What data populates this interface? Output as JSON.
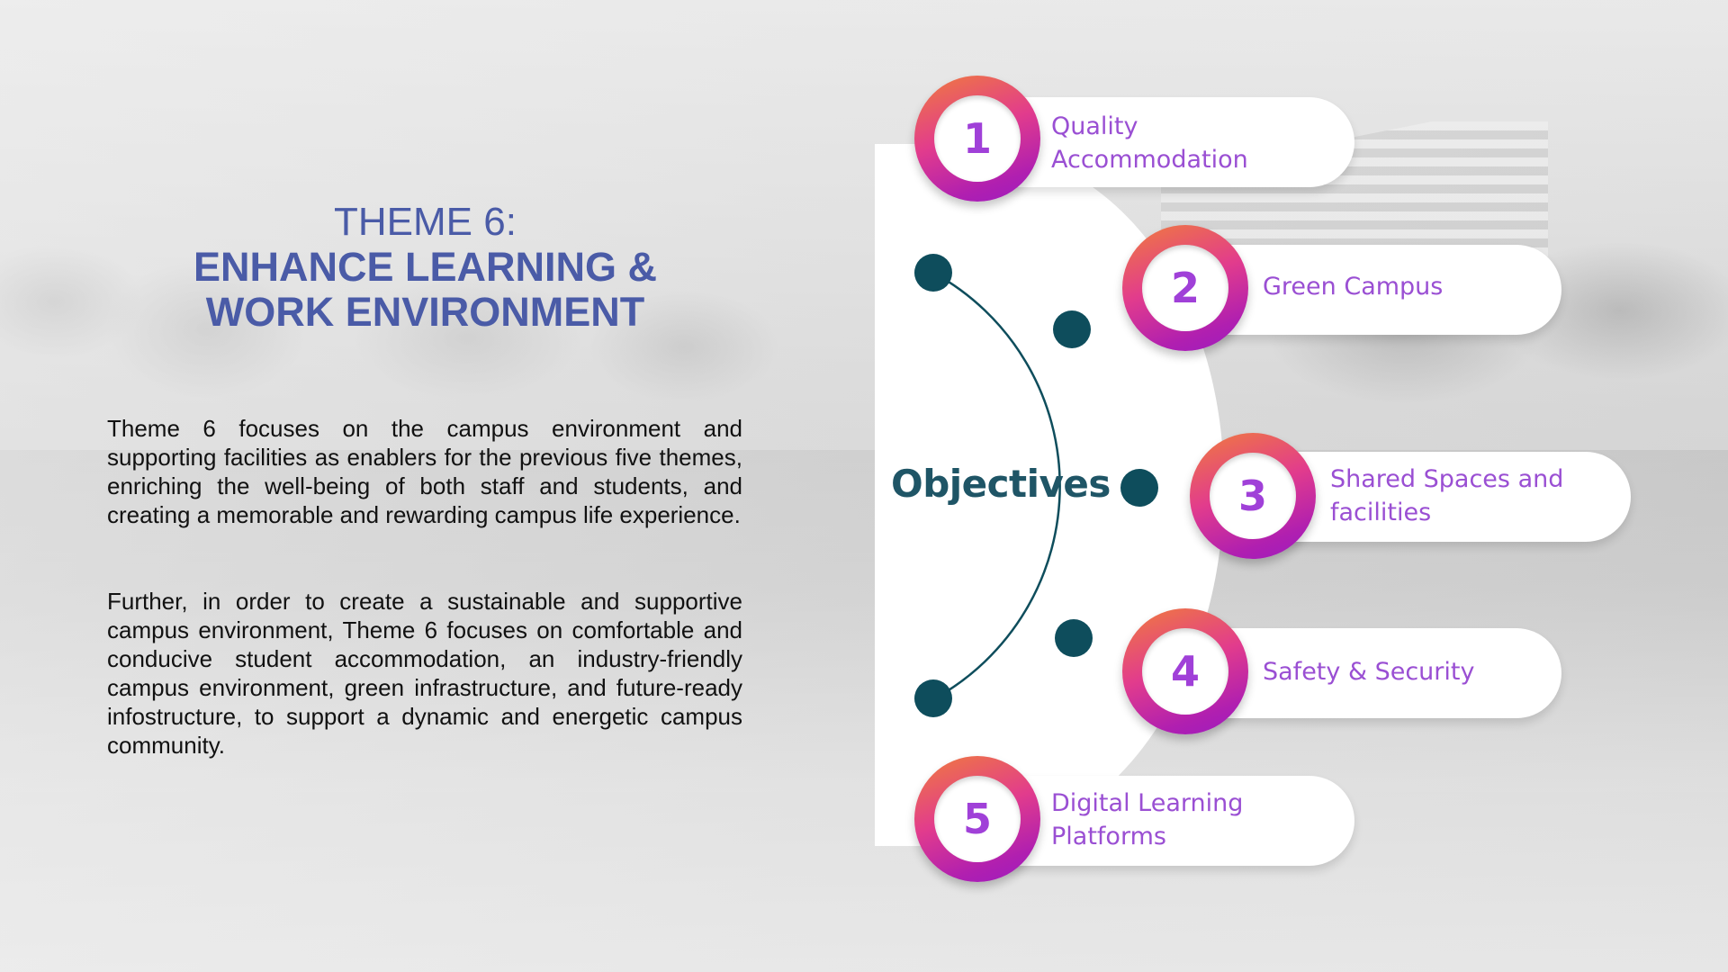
{
  "slide": {
    "theme_number": "THEME 6:",
    "theme_title_line1": "ENHANCE LEARNING &",
    "theme_title_line2": "WORK ENVIRONMENT",
    "paragraph1": "Theme 6 focuses on the campus environment and supporting facilities as enablers for the previous five themes, enriching the well-being of both staff and students, and creating a memorable and rewarding campus life experience.",
    "paragraph2": "Further, in order to create a sustainable and supportive campus environment, Theme 6 focuses on comfortable and conducive student accommodation, an industry-friendly campus environment, green infrastructure, and future-ready infostructure, to support a dynamic and energetic campus community."
  },
  "objectives": {
    "heading": "Objectives",
    "items": [
      {
        "number": "1",
        "label_line1": "Quality",
        "label_line2": "Accommodation"
      },
      {
        "number": "2",
        "label_line1": "Green Campus",
        "label_line2": ""
      },
      {
        "number": "3",
        "label_line1": "Shared Spaces and",
        "label_line2": "facilities"
      },
      {
        "number": "4",
        "label_line1": "Safety & Security",
        "label_line2": ""
      },
      {
        "number": "5",
        "label_line1": "Digital Learning",
        "label_line2": "Platforms"
      }
    ]
  },
  "colors": {
    "title": "#4a5ba7",
    "objectives_heading": "#1f5566",
    "badge_gradient_start": "#f07c3c",
    "badge_gradient_end": "#9c1cc0",
    "label_text": "#9a4fd3",
    "arc_dots": "#0e4d5c"
  }
}
